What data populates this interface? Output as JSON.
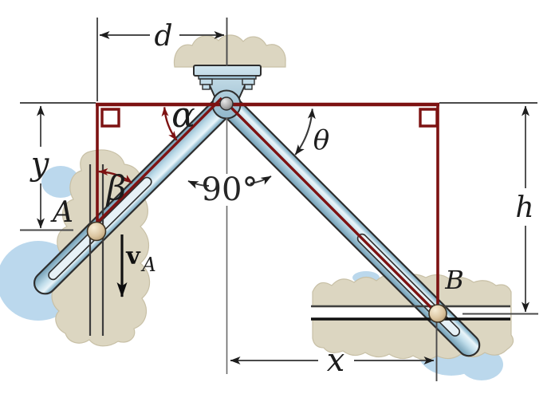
{
  "figure": {
    "type": "kinematics-linkage-diagram",
    "labels": {
      "d": "d",
      "y": "y",
      "alpha": "α",
      "beta": "β",
      "theta": "θ",
      "right_angle": "90°",
      "point_a": "A",
      "point_b": "B",
      "h": "h",
      "x": "x",
      "velocity": "v",
      "velocity_sub": "A"
    },
    "colors": {
      "construction_red": "#7d1212",
      "dimension_gray": "#4a4a4a",
      "label_black": "#1c1c1c",
      "arm_blue": "#b7d7e6",
      "slot_fill": "#e7f1f6",
      "pin_tan": "#dcc6a2",
      "pin_gray": "#9c9c9c",
      "surface_beige": "#dcd6c1",
      "shadow_blue": "#b4d4eb",
      "ground_slot_dark": "#101010"
    }
  }
}
